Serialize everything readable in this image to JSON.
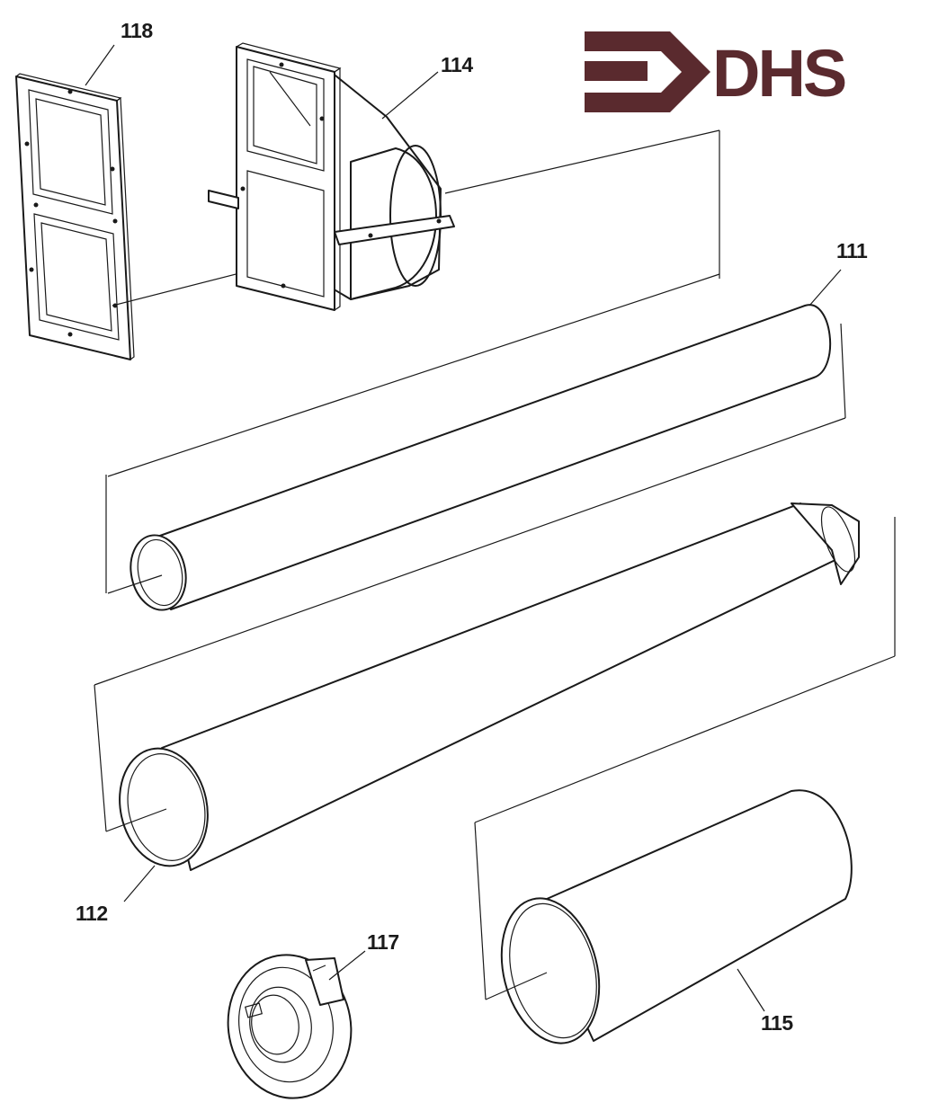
{
  "brand": {
    "logo_text": "DHS",
    "logo_color": "#5a2a2e"
  },
  "parts": {
    "p118": {
      "label": "118"
    },
    "p114": {
      "label": "114"
    },
    "p111": {
      "label": "111"
    },
    "p112": {
      "label": "112"
    },
    "p115": {
      "label": "115"
    },
    "p117": {
      "label": "117"
    }
  },
  "colors": {
    "ink": "#1a1a1a",
    "paper": "#ffffff"
  }
}
